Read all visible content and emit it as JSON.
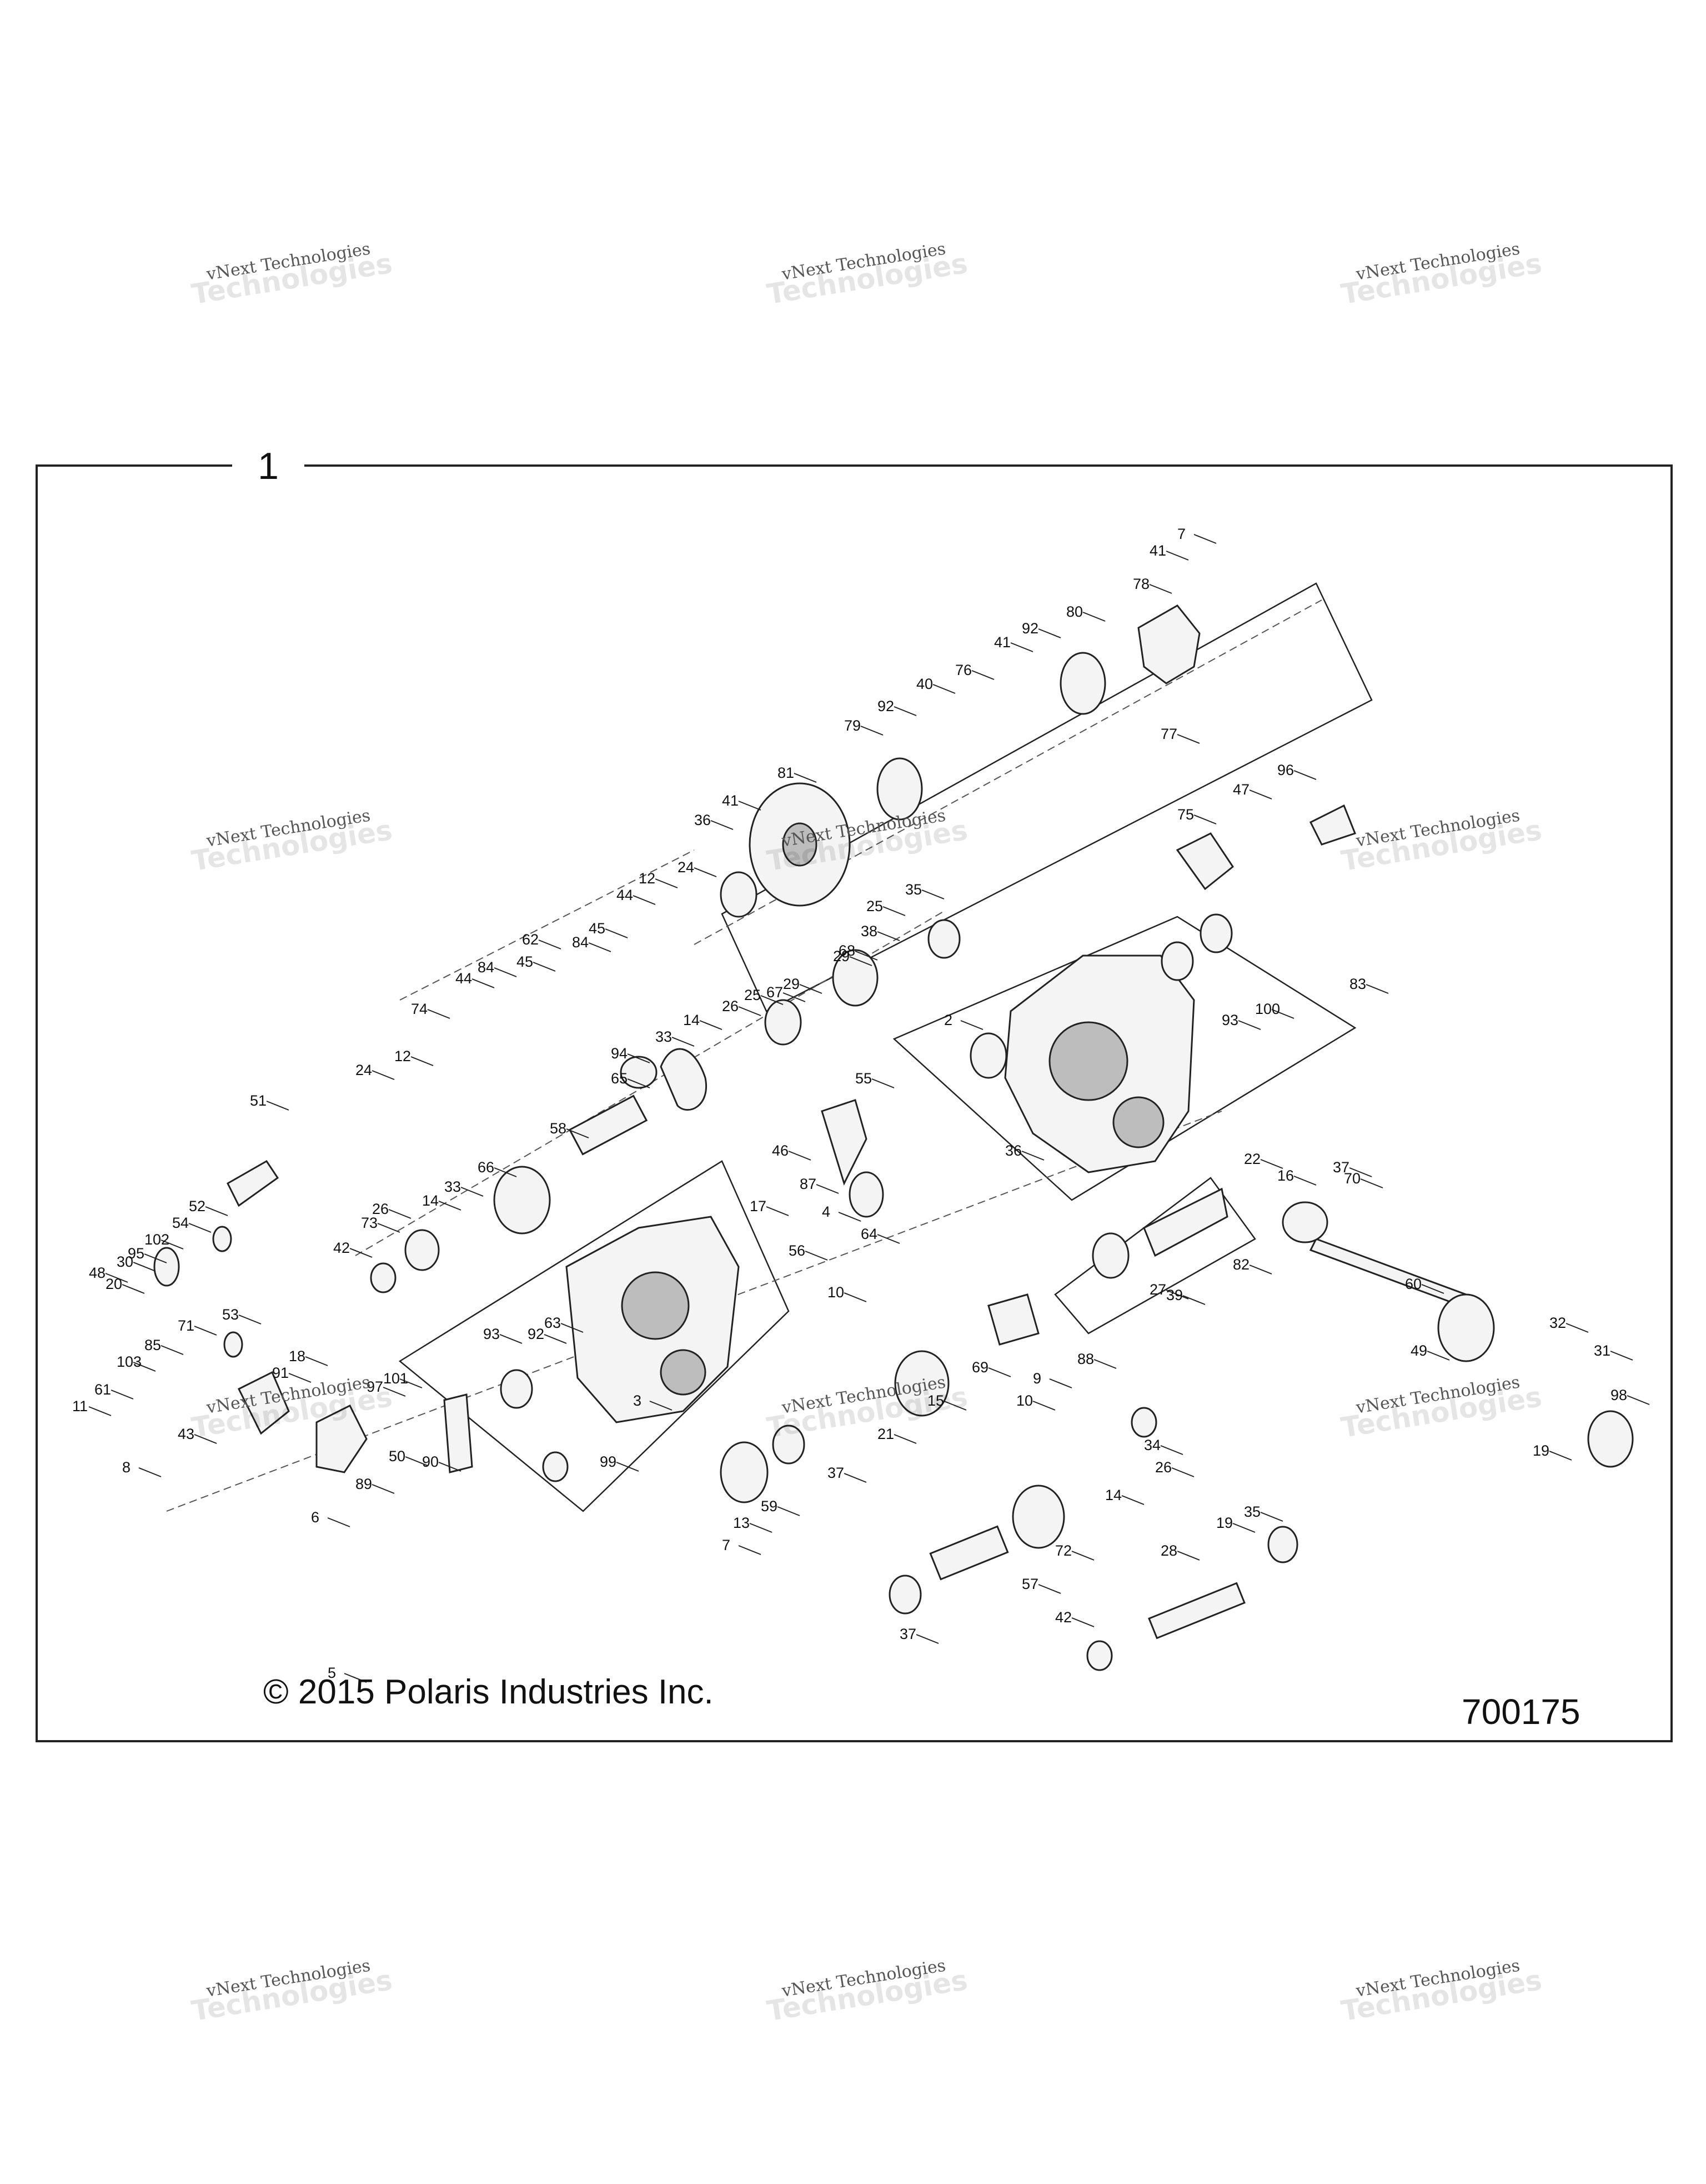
{
  "diagram": {
    "frame_label": "1",
    "copyright": "© 2015 Polaris Industries Inc.",
    "diagram_id": "700175",
    "watermark": {
      "line1": "vNext Technologies",
      "line2": "Technologies"
    },
    "callouts": [
      "7",
      "41",
      "78",
      "80",
      "92",
      "41",
      "76",
      "40",
      "79",
      "92",
      "77",
      "81",
      "41",
      "36",
      "24",
      "12",
      "44",
      "45",
      "84",
      "62",
      "45",
      "84",
      "44",
      "74",
      "12",
      "24",
      "51",
      "75",
      "96",
      "47",
      "35",
      "25",
      "38",
      "29",
      "68",
      "67",
      "25",
      "29",
      "26",
      "14",
      "33",
      "94",
      "2",
      "83",
      "93",
      "100",
      "65",
      "58",
      "66",
      "33",
      "14",
      "26",
      "73",
      "42",
      "55",
      "46",
      "87",
      "4",
      "64",
      "36",
      "22",
      "16",
      "37",
      "70",
      "17",
      "56",
      "10",
      "52",
      "54",
      "102",
      "95",
      "30",
      "48",
      "20",
      "53",
      "71",
      "85",
      "103",
      "61",
      "11",
      "91",
      "101",
      "97",
      "43",
      "8",
      "63",
      "92",
      "93",
      "18",
      "3",
      "99",
      "90",
      "6",
      "89",
      "50",
      "5",
      "88",
      "9",
      "10",
      "69",
      "15",
      "21",
      "37",
      "59",
      "13",
      "7",
      "82",
      "27",
      "39",
      "60",
      "49",
      "32",
      "31",
      "19",
      "98",
      "34",
      "26",
      "14",
      "72",
      "35",
      "19",
      "28",
      "57",
      "37",
      "42"
    ]
  }
}
